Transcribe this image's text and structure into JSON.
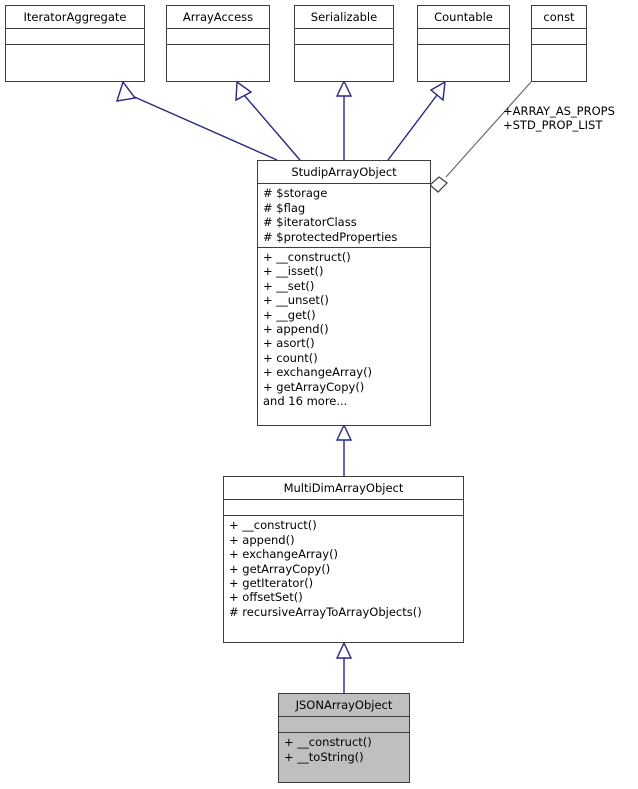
{
  "diagram": {
    "type": "uml-class-inheritance-diagram",
    "background": "#ffffff",
    "edge_color": "#27277f",
    "association_edge_color": "#6a6a6a",
    "box_border_color": "#3d3d3d",
    "highlight_fill": "#bfbfbf"
  },
  "classes": {
    "iterator_aggregate": {
      "name": "IteratorAggregate",
      "attributes": [],
      "methods": []
    },
    "array_access": {
      "name": "ArrayAccess",
      "attributes": [],
      "methods": []
    },
    "serializable": {
      "name": "Serializable",
      "attributes": [],
      "methods": []
    },
    "countable": {
      "name": "Countable",
      "attributes": [],
      "methods": []
    },
    "const": {
      "name": "const",
      "attributes": [],
      "methods": []
    },
    "studip_array_object": {
      "name": "StudipArrayObject",
      "attributes": [
        "#  $storage",
        "#  $flag",
        "#  $iteratorClass",
        "#  $protectedProperties"
      ],
      "methods": [
        "+  __construct()",
        "+  __isset()",
        "+  __set()",
        "+  __unset()",
        "+  __get()",
        "+  append()",
        "+  asort()",
        "+  count()",
        "+  exchangeArray()",
        "+  getArrayCopy()",
        "and 16 more..."
      ]
    },
    "multi_dim_array_object": {
      "name": "MultiDimArrayObject",
      "attributes": [],
      "methods": [
        "+  __construct()",
        "+  append()",
        "+  exchangeArray()",
        "+  getArrayCopy()",
        "+  getIterator()",
        "+  offsetSet()",
        "#  recursiveArrayToArrayObjects()"
      ]
    },
    "json_array_object": {
      "name": "JSONArrayObject",
      "attributes": [],
      "methods": [
        "+  __construct()",
        "+  __toString()"
      ]
    }
  },
  "edge_labels": {
    "const_association_line1": "+ARRAY_AS_PROPS",
    "const_association_line2": "+STD_PROP_LIST"
  }
}
